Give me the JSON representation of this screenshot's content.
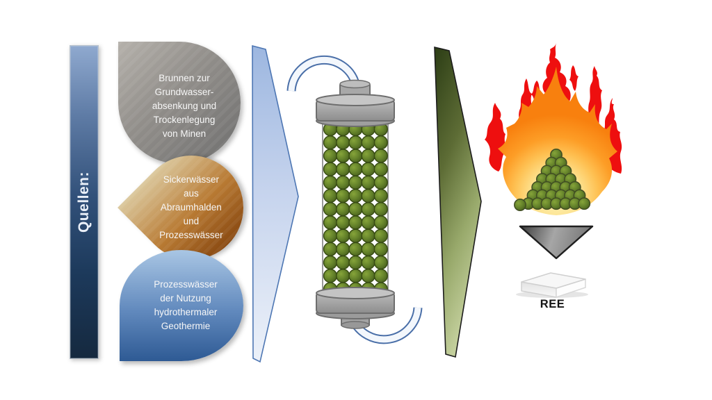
{
  "diagram": {
    "background": "#ffffff",
    "source_bar": {
      "label": "Quellen:",
      "color_top": "#8fa9cf",
      "color_bottom": "#15293f"
    },
    "sources": [
      {
        "name": "mine-dewatering-wells",
        "text": "Brunnen zur\nGrundwasser-\nabsenkung und\nTrockenlegung\nvon Minen",
        "color_light": "#b5b1ab",
        "color_dark": "#6e6e6e"
      },
      {
        "name": "tailings-leachate",
        "text": "Sickerwässer\naus\nAbraumhalden\nund\nProzesswässer",
        "color_light": "#dbc89d",
        "color_dark": "#8a4a12"
      },
      {
        "name": "geothermal-process-water",
        "text": "Prozesswässer\nder Nutzung\nhydrothermaler\nGeothermie",
        "color_light": "#a9c6e4",
        "color_dark": "#2e5a94"
      }
    ],
    "flow_arrows": {
      "water_arrow_fill_top": "#9db7e0",
      "water_arrow_fill_bottom": "#ecf1f9",
      "water_arrow_border": "#4d76b3",
      "green_arrow_dark": "#2c3d15",
      "green_arrow_light": "#c3cf9c"
    },
    "column": {
      "rows": 13,
      "cols": 5,
      "sphere_color": "#64822a",
      "cap_color": "#a6a6a6",
      "tube_border": "#4a6fa8"
    },
    "furnace": {
      "flame_red": "#ee0f0f",
      "flame_orange": "#f8800e",
      "flame_glow_center": "#fdf6c0",
      "pyramid_rows": 7,
      "pyramid_extra_ball": true,
      "sphere_color": "#64822a"
    },
    "output": {
      "down_arrow_color": "#6e6e6e",
      "ingot_color": "#f8f8f8",
      "label": "REE"
    }
  }
}
